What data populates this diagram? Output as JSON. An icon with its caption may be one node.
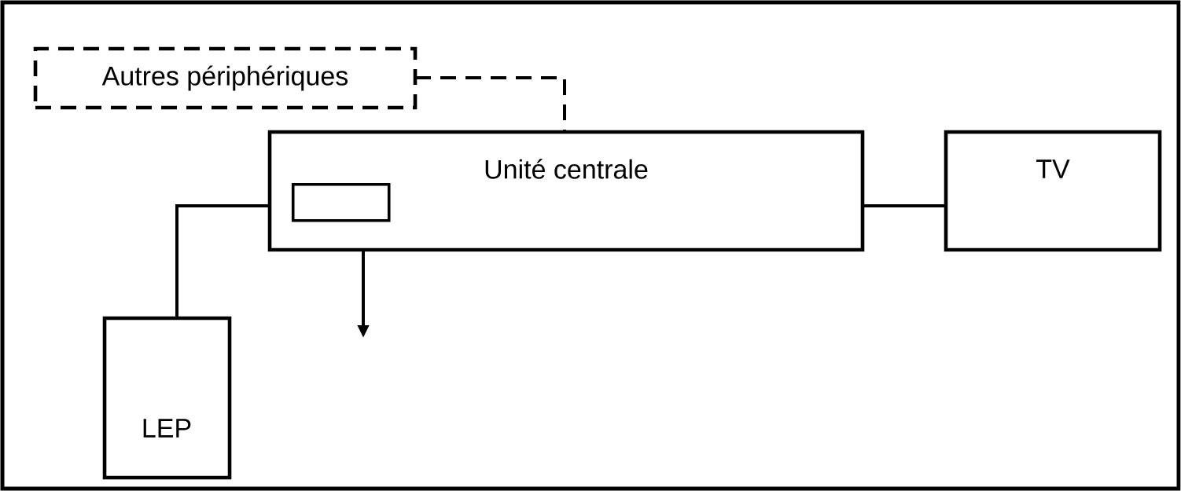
{
  "diagram": {
    "nodes": [
      {
        "text": [
          "Autres périphériques"
        ]
      },
      {
        "text": [
          "Unité centrale"
        ]
      },
      {
        "text": [],
        "shape": "box",
        "in": 1
      },
      {
        "text": [
          "TV"
        ]
      },
      {
        "text": [
          "LEP"
        ]
      }
    ],
    "edges": [
      {
        "from": 0,
        "to": 1,
        "arrow": "none",
        "style": "dashed"
      },
      {
        "from": 1,
        "to": 4,
        "arrow": "none"
      },
      {
        "from": 1,
        "to": 3,
        "arrow": "none"
      },
      {
        "from": 1,
        "to": null,
        "arrow": "to"
      }
    ]
  }
}
